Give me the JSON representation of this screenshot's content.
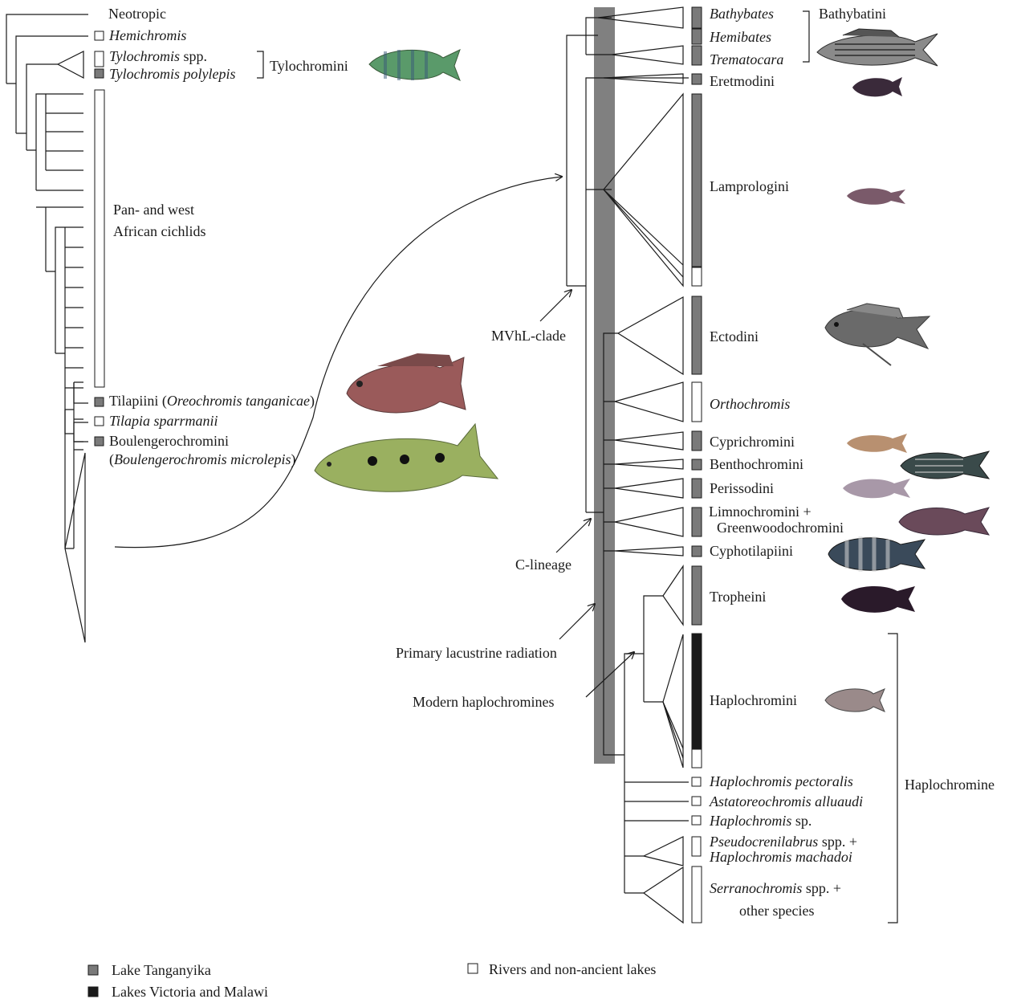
{
  "colors": {
    "tanganyika": "#7a7a7a",
    "victoria_malawi": "#1a1a1a",
    "rivers": "#ffffff",
    "radiation_bar": "#808080",
    "line": "#1a1a1a"
  },
  "left_tree": {
    "neotropic": "Neotropic",
    "hemichromis": "Hemichromis",
    "tylochromis_spp_italic": "Tylochromis",
    "tylochromis_spp_rest": " spp.",
    "tylochromis_polylepis": "Tylochromis polylepis",
    "tylochromini": "Tylochromini",
    "pan_west_line1": "Pan- and west",
    "pan_west_line2": "African cichlids",
    "tilapiini_a": "Tilapiini (",
    "tilapiini_b": "Oreochromis tanganicae",
    "tilapiini_c": ")",
    "tilapia_sparrmanii": "Tilapia sparrmanii",
    "boulengero_line1": "Boulengerochromini",
    "boulengero_a": "(",
    "boulengero_b": "Boulengerochromis microlepis",
    "boulengero_c": ")"
  },
  "right_tree": {
    "bathybates": "Bathybates",
    "hemibates": "Hemibates",
    "trematocara": "Trematocara",
    "bathybatini": "Bathybatini",
    "eretmodini": "Eretmodini",
    "lamprologini": "Lamprologini",
    "ectodini": "Ectodini",
    "orthochromis": "Orthochromis",
    "cyprichromini": "Cyprichromini",
    "benthochromini": "Benthochromini",
    "perissodini": "Perissodini",
    "limnochromini_line1": "Limnochromini +",
    "limnochromini_line2": "Greenwoodochromini",
    "cyphotilapiini": "Cyphotilapiini",
    "tropheini": "Tropheini",
    "haplochromini": "Haplochromini",
    "h_pectoralis": "Haplochromis pectoralis",
    "astatoreochromis": "Astatoreochromis alluaudi",
    "h_sp_italic": "Haplochromis",
    "h_sp_rest": " sp.",
    "pseudo_italic": "Pseudocrenilabrus",
    "pseudo_rest": " spp. +",
    "h_machadoi": "Haplochromis machadoi",
    "serrano_italic": "Serranochromis",
    "serrano_rest": " spp. +",
    "other_species": "other species",
    "haplochromine": "Haplochromine"
  },
  "annotations": {
    "mvhl": "MVhL-clade",
    "c_lineage": "C-lineage",
    "primary": "Primary lacustrine radiation",
    "modern": "Modern haplochromines"
  },
  "legend": {
    "tanganyika": "Lake Tanganyika",
    "victoria_malawi": "Lakes Victoria and Malawi",
    "rivers": "Rivers and non-ancient lakes"
  }
}
